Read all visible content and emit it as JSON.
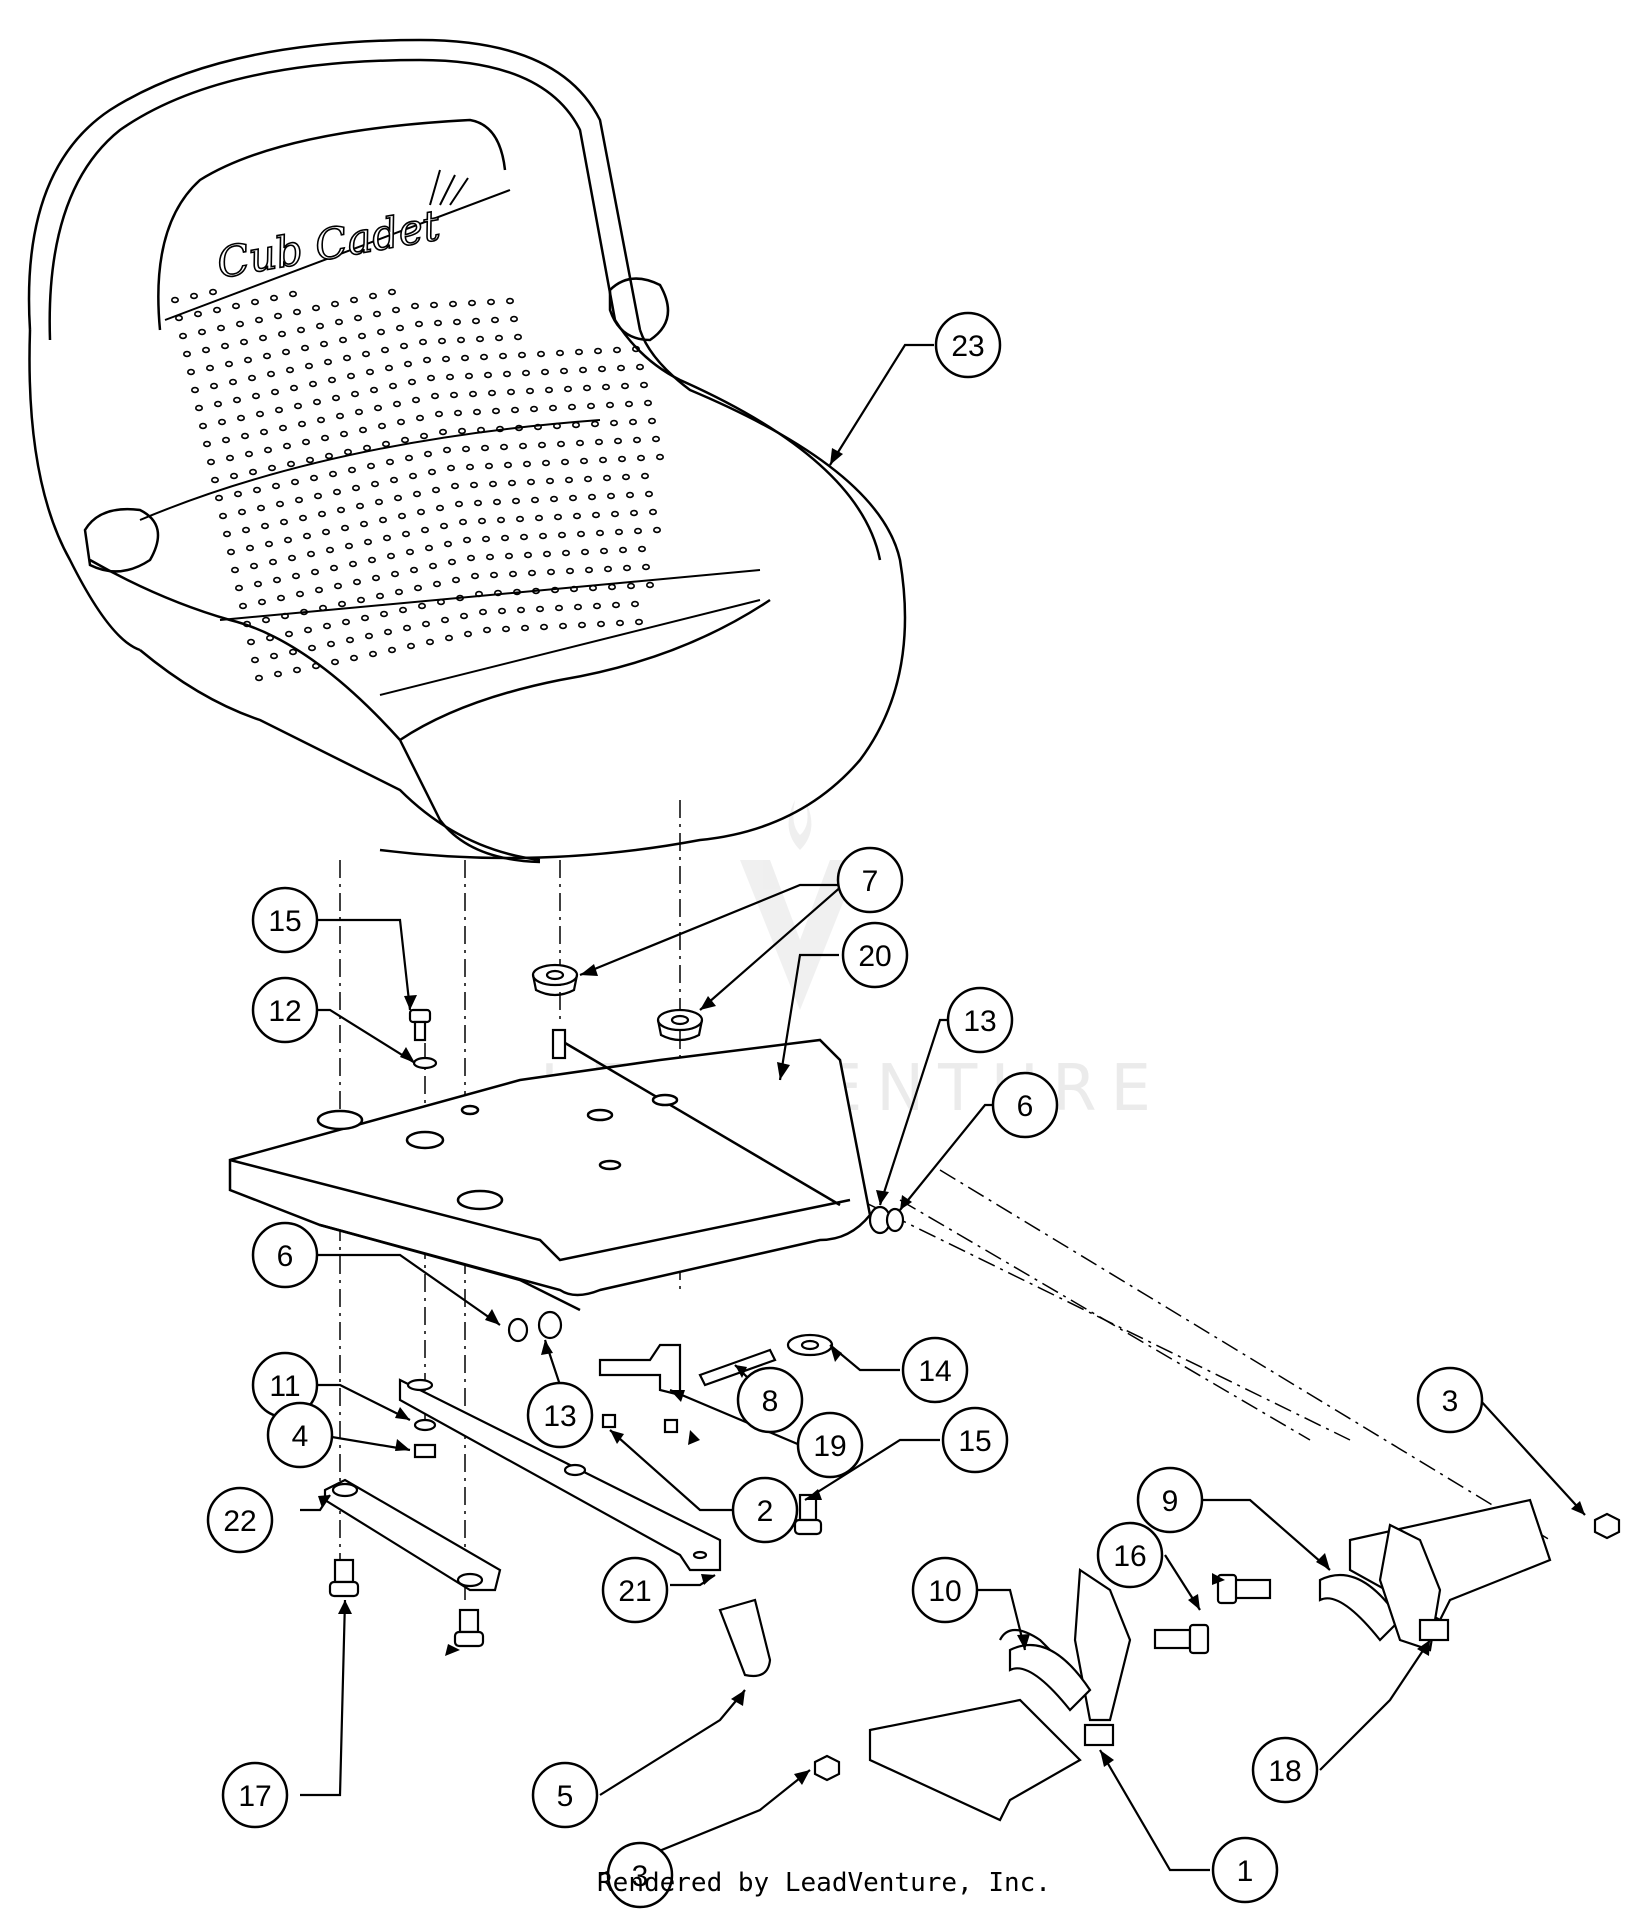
{
  "seat_brand": "Cub Cadet",
  "watermark": "LEADVENTURE",
  "footer": "Rendered by LeadVenture, Inc.",
  "callouts": [
    {
      "id": "c23",
      "label": "23"
    },
    {
      "id": "c7",
      "label": "7"
    },
    {
      "id": "c20",
      "label": "20"
    },
    {
      "id": "c15a",
      "label": "15"
    },
    {
      "id": "c12",
      "label": "12"
    },
    {
      "id": "c13a",
      "label": "13"
    },
    {
      "id": "c6a",
      "label": "6"
    },
    {
      "id": "c6b",
      "label": "6"
    },
    {
      "id": "c13b",
      "label": "13"
    },
    {
      "id": "c14",
      "label": "14"
    },
    {
      "id": "c8",
      "label": "8"
    },
    {
      "id": "c11",
      "label": "11"
    },
    {
      "id": "c4",
      "label": "4"
    },
    {
      "id": "c19",
      "label": "19"
    },
    {
      "id": "c3a",
      "label": "3"
    },
    {
      "id": "c15b",
      "label": "15"
    },
    {
      "id": "c2",
      "label": "2"
    },
    {
      "id": "c22",
      "label": "22"
    },
    {
      "id": "c9",
      "label": "9"
    },
    {
      "id": "c16",
      "label": "16"
    },
    {
      "id": "c10",
      "label": "10"
    },
    {
      "id": "c21",
      "label": "21"
    },
    {
      "id": "c17",
      "label": "17"
    },
    {
      "id": "c5",
      "label": "5"
    },
    {
      "id": "c18",
      "label": "18"
    },
    {
      "id": "c3b",
      "label": "3"
    },
    {
      "id": "c1",
      "label": "1"
    }
  ]
}
